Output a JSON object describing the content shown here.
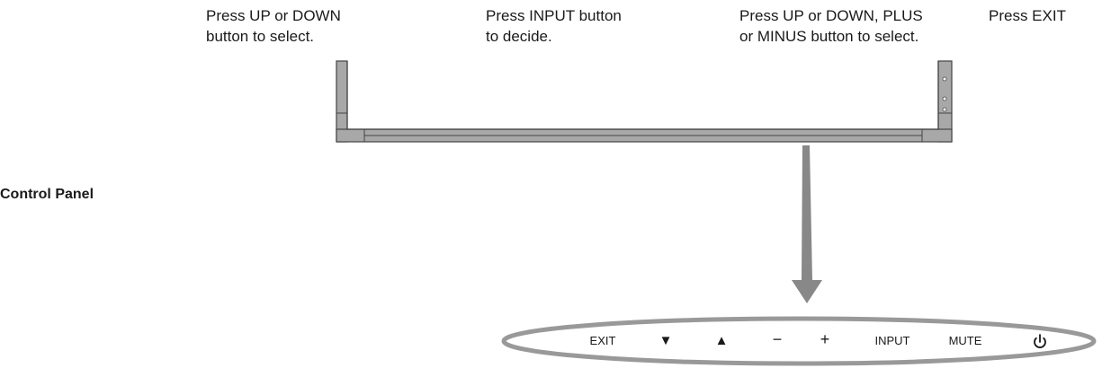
{
  "instructions": [
    {
      "line1": "Press UP or DOWN",
      "line2": "button to select."
    },
    {
      "line1": "Press INPUT button",
      "line2": "to decide."
    },
    {
      "line1": "Press UP or DOWN, PLUS",
      "line2": "or MINUS button to select."
    },
    {
      "line1": "Press EXIT",
      "line2": ""
    }
  ],
  "panel_label": "Control Panel",
  "buttons": {
    "exit": "EXIT",
    "down": "▼",
    "up": "▲",
    "minus": "−",
    "plus": "+",
    "input": "INPUT",
    "mute": "MUTE",
    "power_icon": "power-icon"
  },
  "colors": {
    "outline": "#444444",
    "frame_fill": "#a8a8a8",
    "arrow": "#888888",
    "panel_ring": "#999999"
  }
}
